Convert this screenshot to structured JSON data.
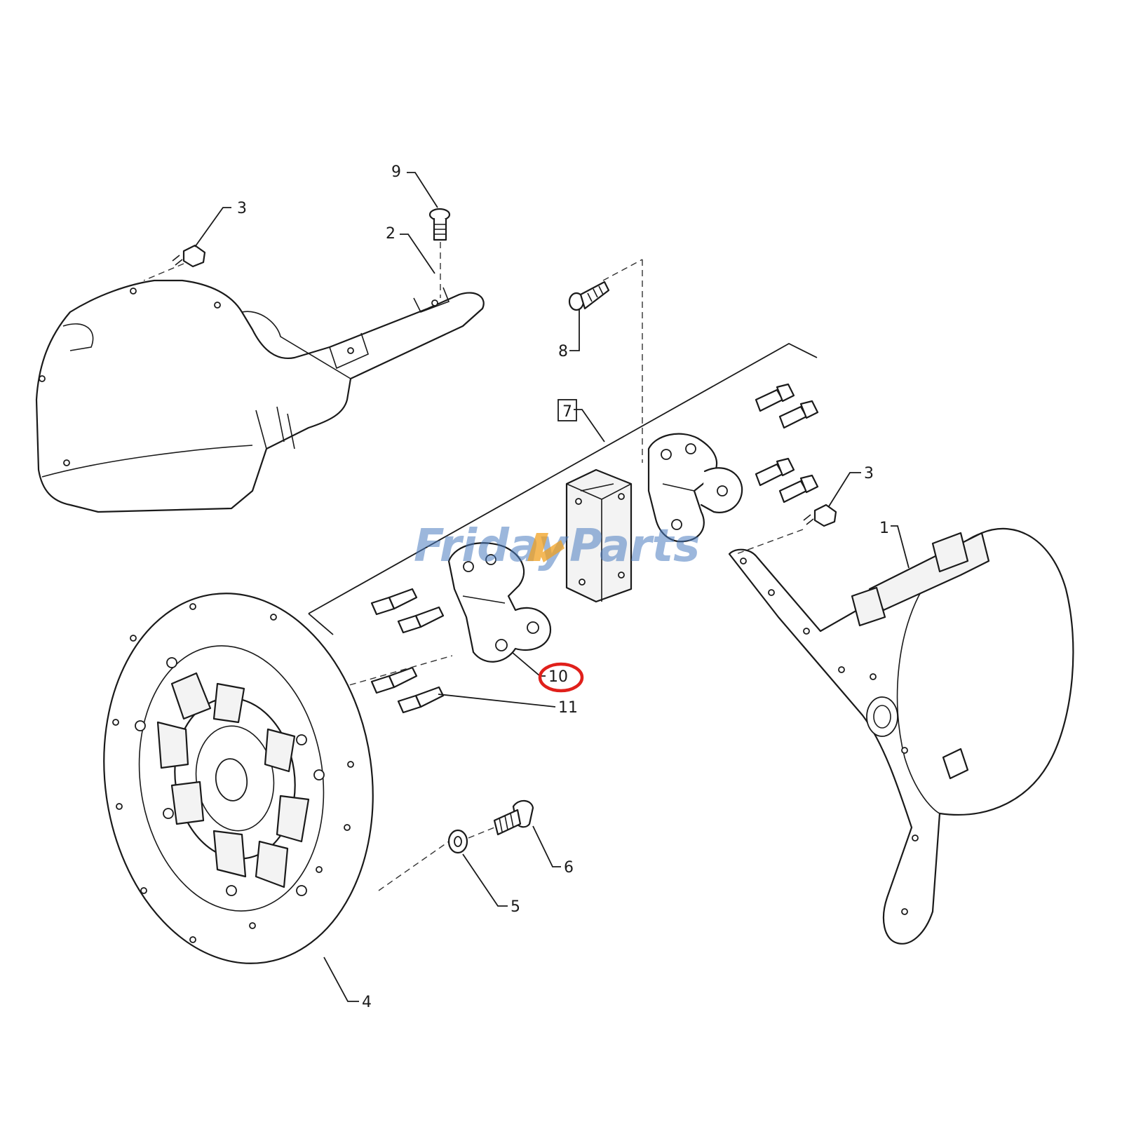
{
  "diagram": {
    "callouts": {
      "c1": "1",
      "c2": "2",
      "c3a": "3",
      "c3b": "3",
      "c4": "4",
      "c5": "5",
      "c6": "6",
      "c7": "7",
      "c8": "8",
      "c9": "9",
      "c10": "10",
      "c11": "11"
    },
    "highlight": {
      "callout": "10",
      "color": "#e0201b"
    },
    "watermark": {
      "text_left": "Friday",
      "text_right": "Parts",
      "brand_colors": [
        "#4a7bbf",
        "#f0a020"
      ]
    }
  }
}
